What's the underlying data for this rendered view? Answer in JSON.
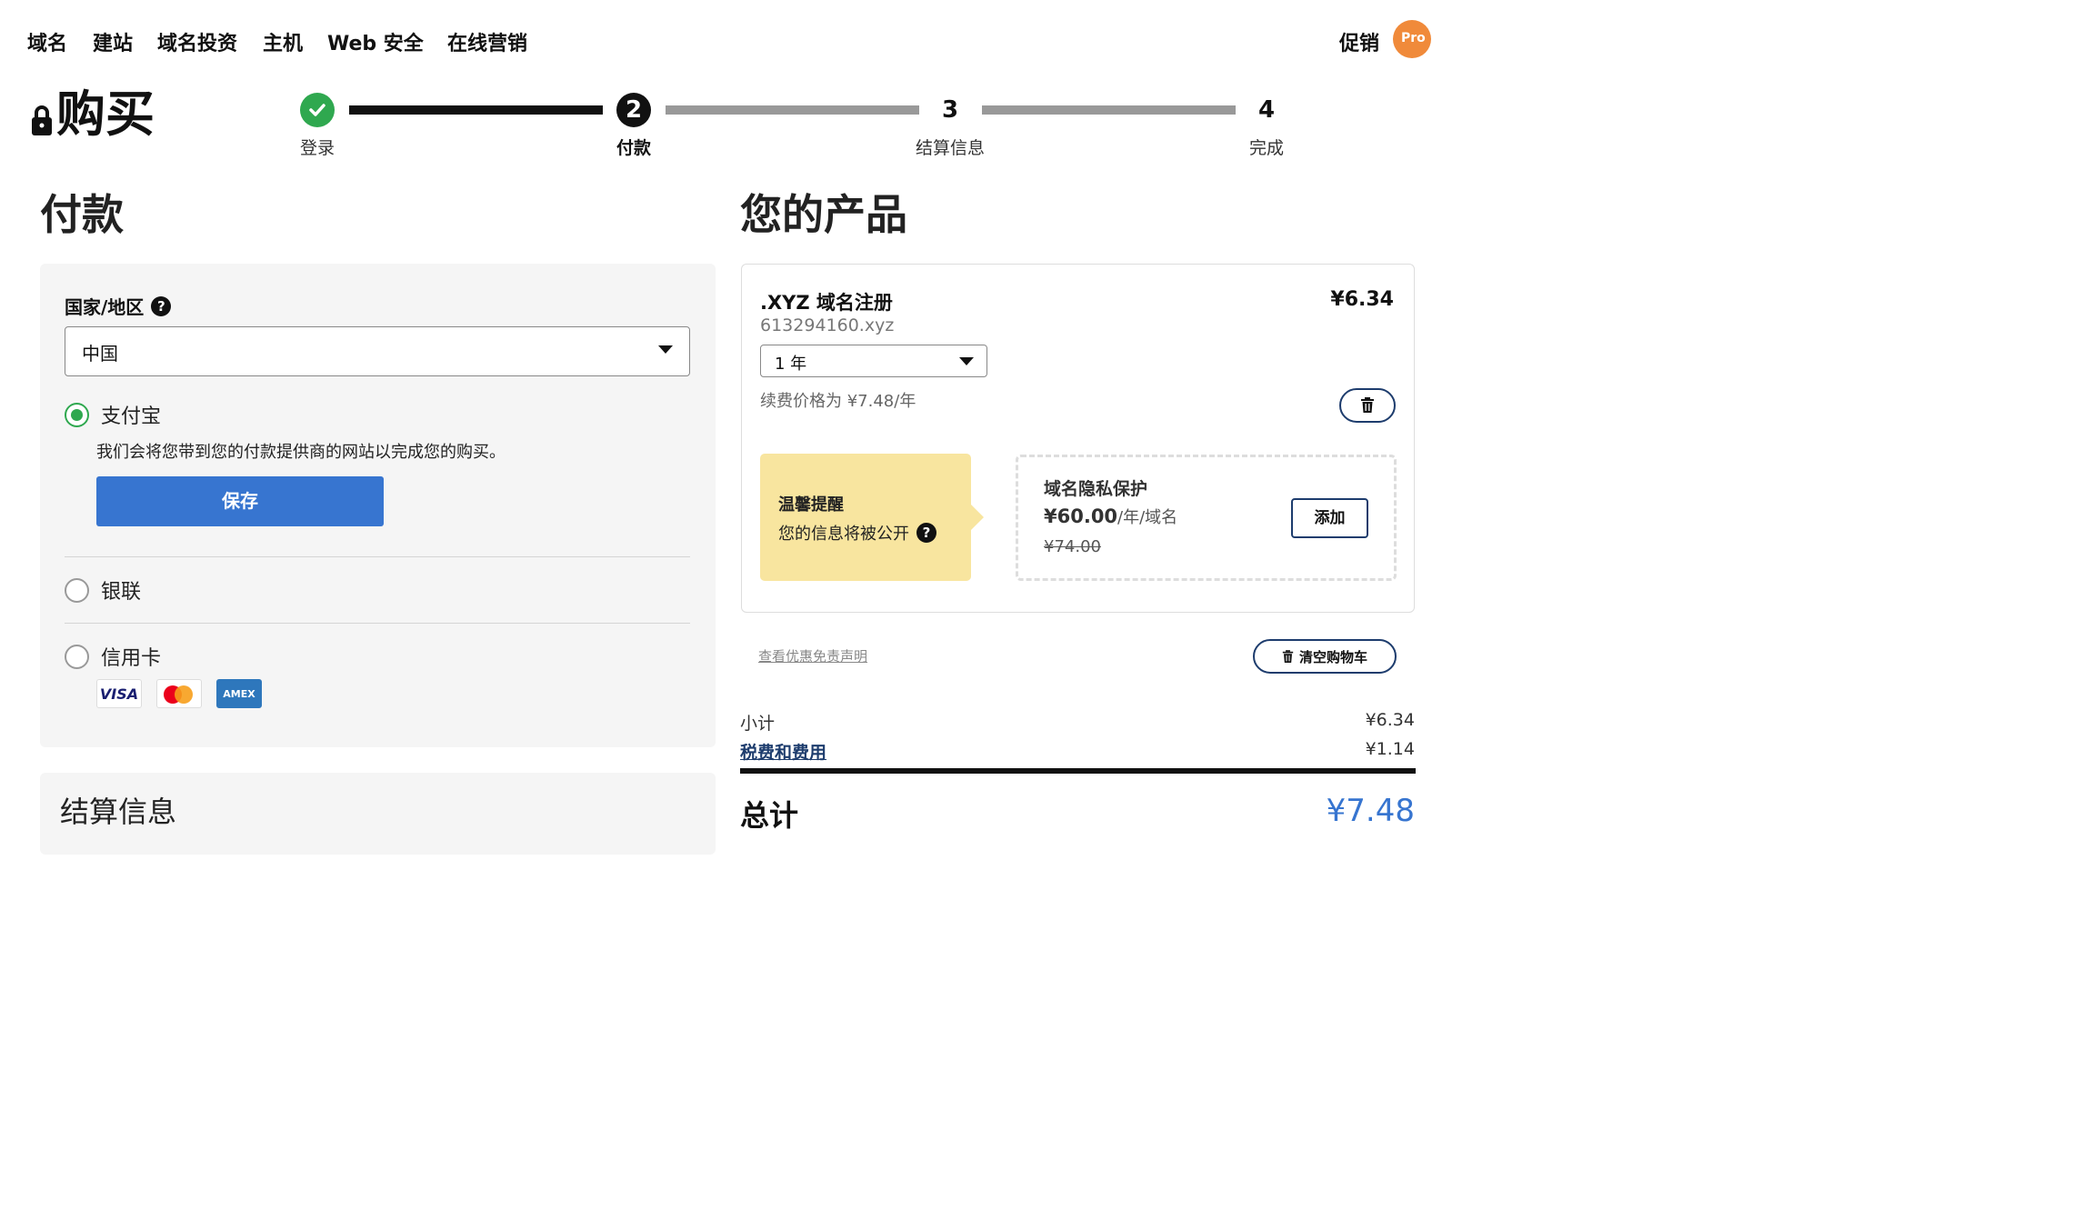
{
  "nav": {
    "items": [
      "域名",
      "建站",
      "域名投资",
      "主机",
      "Web 安全",
      "在线营销"
    ],
    "promo": "促销",
    "pro_badge": "Pro"
  },
  "page": {
    "title": "购买"
  },
  "stepper": {
    "steps": [
      {
        "number": "",
        "label": "登录",
        "state": "done"
      },
      {
        "number": "2",
        "label": "付款",
        "state": "active"
      },
      {
        "number": "3",
        "label": "结算信息",
        "state": "pending"
      },
      {
        "number": "4",
        "label": "完成",
        "state": "pending"
      }
    ]
  },
  "payment": {
    "heading": "付款",
    "country_label": "国家/地区",
    "country_value": "中国",
    "help_glyph": "?",
    "methods": [
      {
        "label": "支付宝",
        "selected": true
      },
      {
        "label": "银联",
        "selected": false
      },
      {
        "label": "信用卡",
        "selected": false
      }
    ],
    "alipay_desc": "我们会将您带到您的付款提供商的网站以完成您的购买。",
    "save_label": "保存",
    "cards": {
      "visa": "VISA",
      "amex": "AMEX"
    }
  },
  "checkout": {
    "heading": "结算信息"
  },
  "products": {
    "heading": "您的产品",
    "item": {
      "title": ".XYZ 域名注册",
      "price": "¥6.34",
      "domain": "613294160.xyz",
      "term": "1 年",
      "renewal": "续费价格为 ¥7.48/年"
    },
    "notice": {
      "title": "温馨提醒",
      "text": "您的信息将被公开"
    },
    "privacy": {
      "title": "域名隐私保护",
      "price": "¥60.00",
      "unit": "/年/域名",
      "old_price": "¥74.00",
      "add_label": "添加"
    },
    "disclaimer": "查看优惠免责声明",
    "clear_cart": "清空购物车"
  },
  "summary": {
    "subtotal_label": "小计",
    "subtotal": "¥6.34",
    "tax_label": "税费和费用",
    "tax": "¥1.14",
    "total_label": "总计",
    "total": "¥7.48"
  },
  "colors": {
    "green": "#2fa84f",
    "primary_blue": "#3775d0",
    "navy": "#1d3c6d",
    "notice_yellow": "#f8e59f",
    "badge_orange": "#f08a3a"
  }
}
